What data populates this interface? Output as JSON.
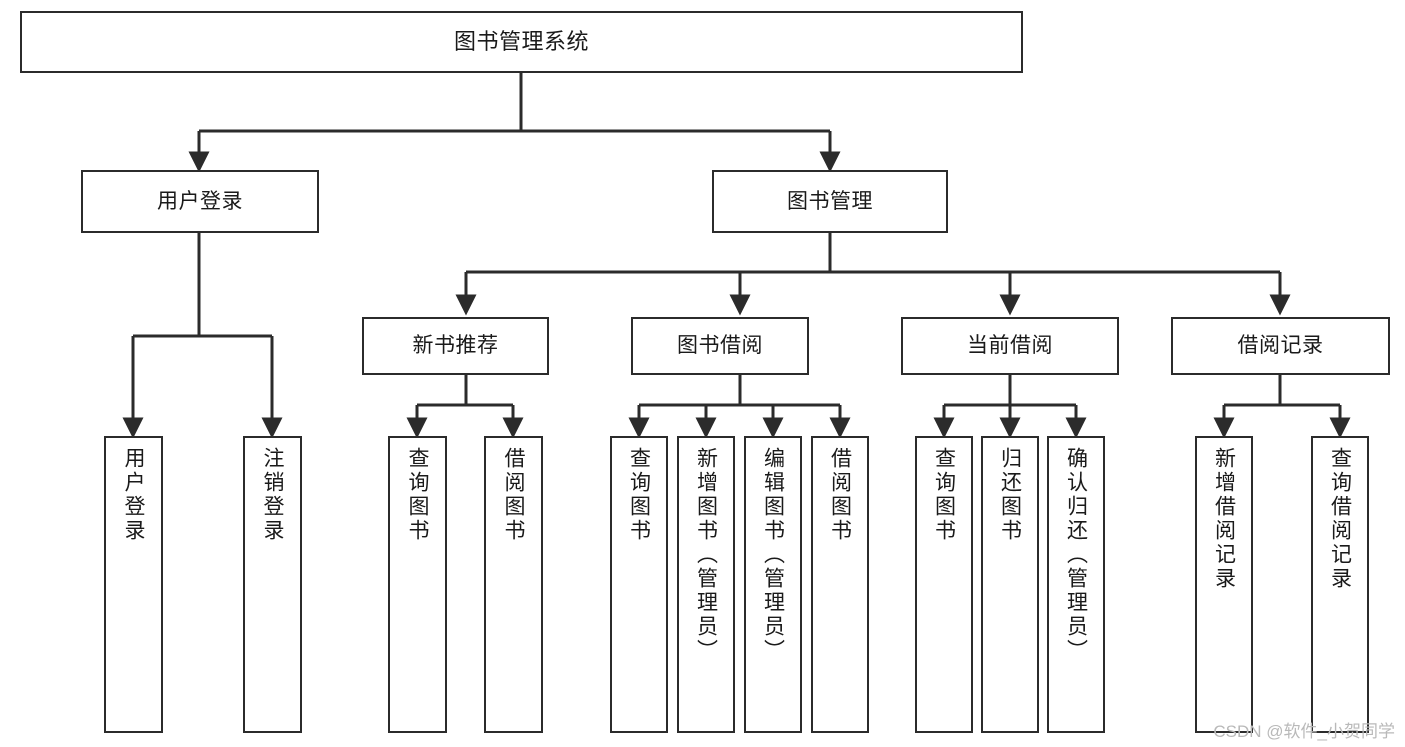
{
  "diagram": {
    "title": "图书管理系统",
    "type": "tree-hierarchy-chart",
    "colors": {
      "box_border": "#2b2b2b",
      "box_fill": "#ffffff",
      "connector": "#2b2b2b",
      "text": "#1a1a1a",
      "watermark": "#b9b9b9",
      "background": "#ffffff"
    },
    "root": {
      "label": "图书管理系统"
    },
    "level2": [
      {
        "key": "user_login",
        "label": "用户登录"
      },
      {
        "key": "book_manage",
        "label": "图书管理"
      }
    ],
    "level3": [
      {
        "key": "new_book_recommend",
        "label": "新书推荐"
      },
      {
        "key": "book_borrow",
        "label": "图书借阅"
      },
      {
        "key": "current_borrow",
        "label": "当前借阅"
      },
      {
        "key": "borrow_record",
        "label": "借阅记录"
      }
    ],
    "leaves": {
      "user_login": [
        {
          "label": "用户登录"
        },
        {
          "label": "注销登录"
        }
      ],
      "new_book_recommend": [
        {
          "label": "查询图书"
        },
        {
          "label": "借阅图书"
        }
      ],
      "book_borrow": [
        {
          "label": "查询图书"
        },
        {
          "label": "新增图书（管理员）"
        },
        {
          "label": "编辑图书（管理员）"
        },
        {
          "label": "借阅图书"
        }
      ],
      "current_borrow": [
        {
          "label": "查询图书"
        },
        {
          "label": "归还图书"
        },
        {
          "label": "确认归还（管理员）"
        }
      ],
      "borrow_record": [
        {
          "label": "新增借阅记录"
        },
        {
          "label": "查询借阅记录"
        }
      ]
    },
    "watermark": "CSDN @软件_小贺同学"
  }
}
